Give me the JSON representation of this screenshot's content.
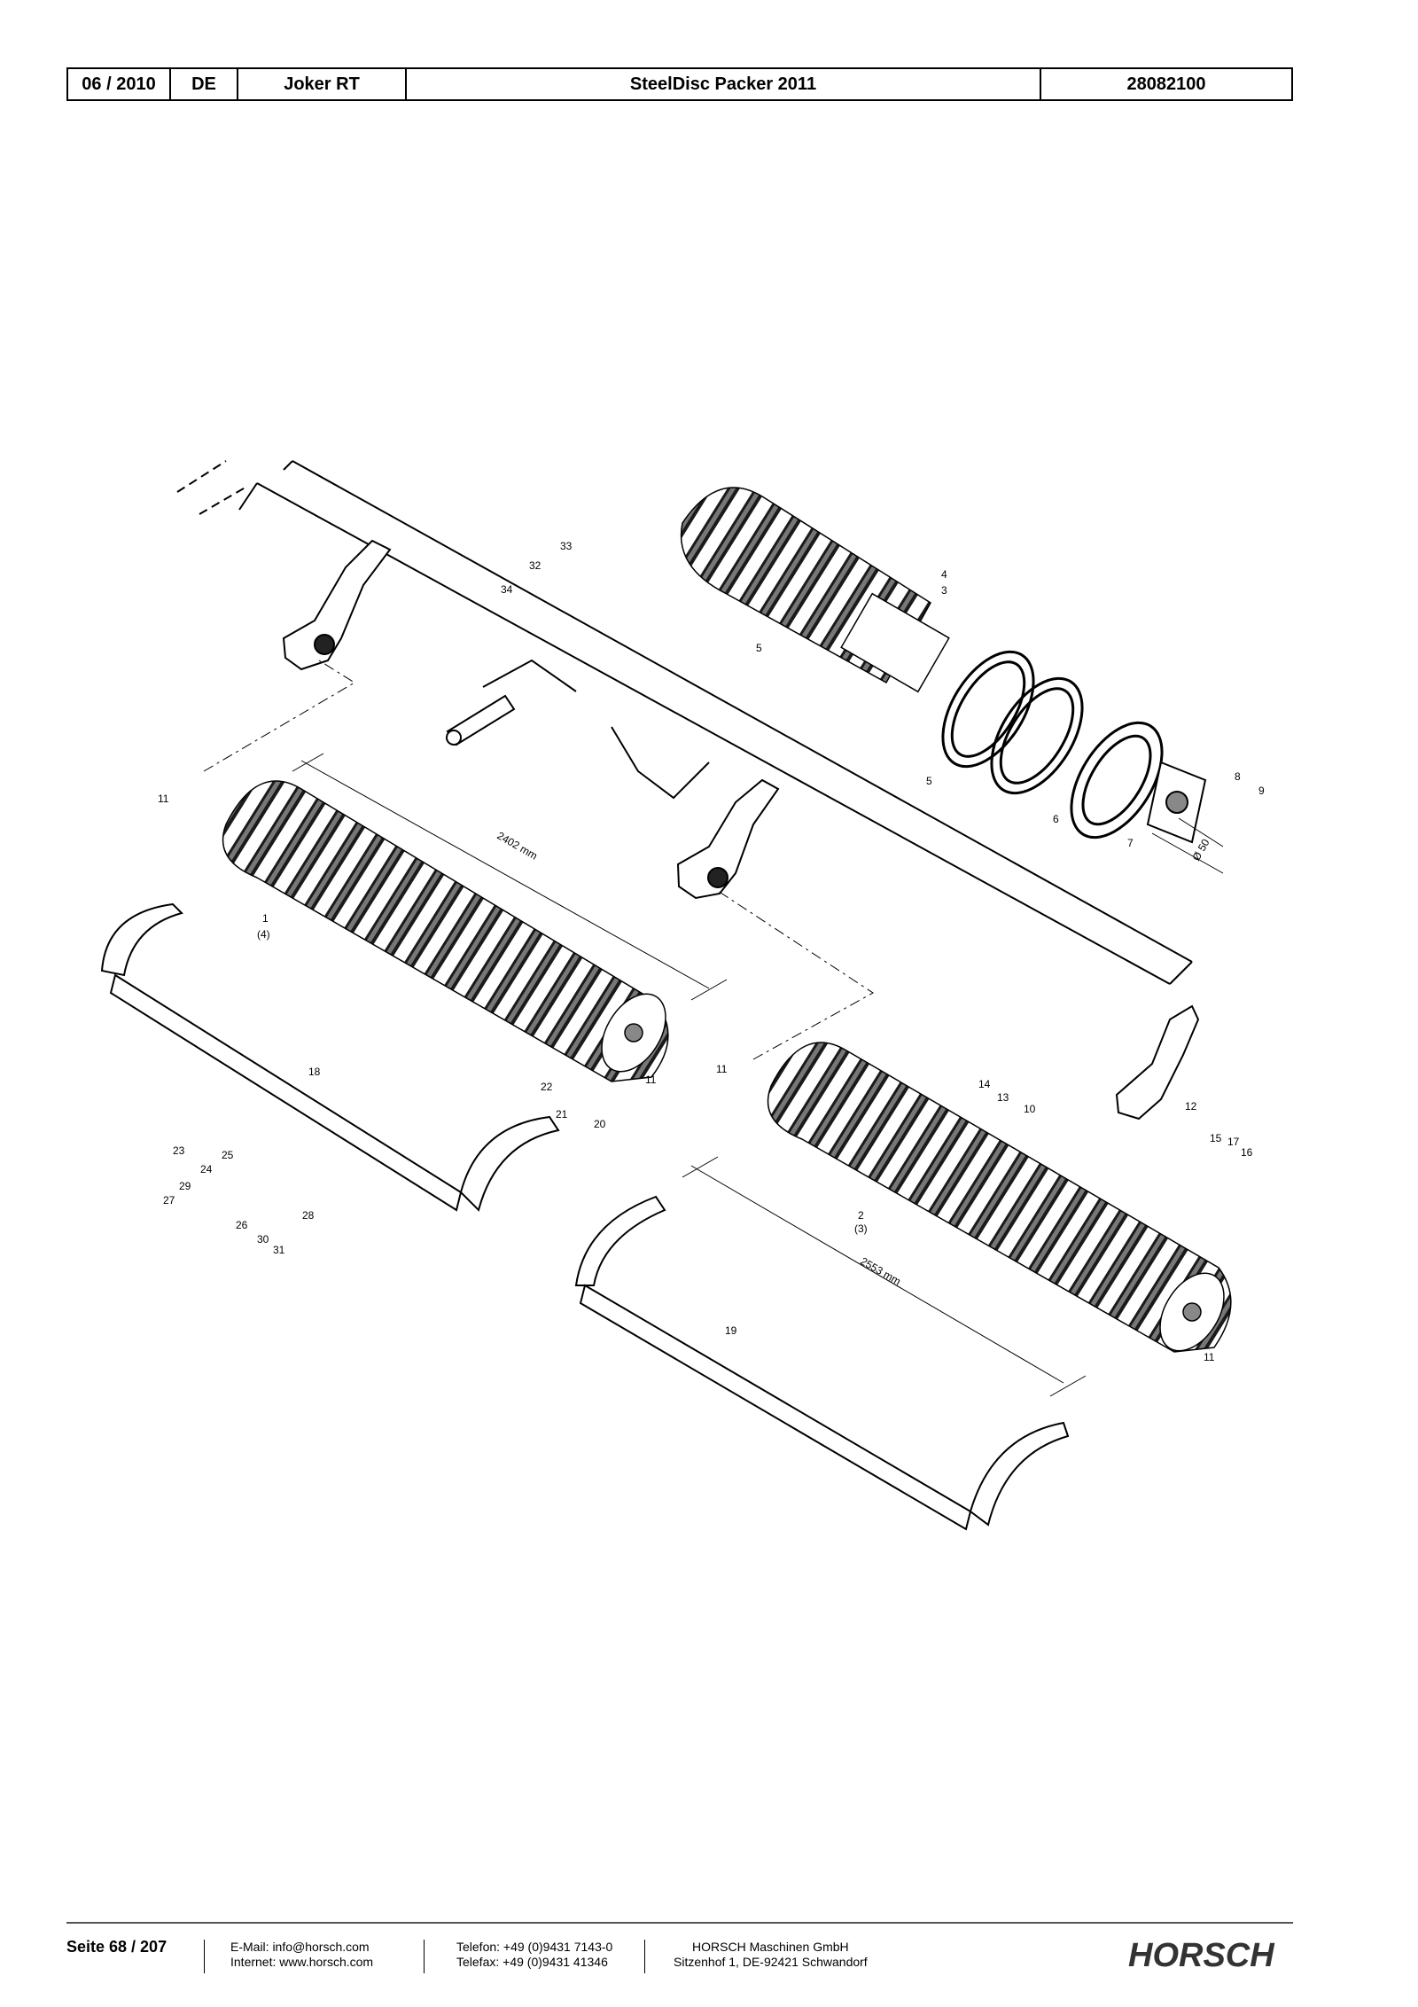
{
  "header": {
    "date": "06 / 2010",
    "language": "DE",
    "machine": "Joker RT",
    "assembly": "SteelDisc Packer 2011",
    "part_number": "28082100"
  },
  "drawing": {
    "callouts": [
      "1",
      "(4)",
      "2",
      "(3)",
      "3",
      "4",
      "5",
      "5",
      "6",
      "7",
      "8",
      "9",
      "10",
      "11",
      "11",
      "11",
      "11",
      "12",
      "13",
      "14",
      "15",
      "16",
      "17",
      "18",
      "19",
      "20",
      "21",
      "22",
      "23",
      "24",
      "25",
      "26",
      "27",
      "28",
      "29",
      "30",
      "31",
      "32",
      "33",
      "34"
    ],
    "dimensions": {
      "length_1": "2402 mm",
      "length_2": "2553 mm",
      "diameter": "Ø 50"
    }
  },
  "footer": {
    "page": "Seite 68 / 207",
    "email": "E-Mail: info@horsch.com",
    "internet": "Internet: www.horsch.com",
    "phone": "Telefon: +49 (0)9431 7143-0",
    "fax": "Telefax: +49 (0)9431 41346",
    "company": "HORSCH Maschinen GmbH",
    "address": "Sitzenhof 1, DE-92421 Schwandorf",
    "logo_text": "HORSCH"
  }
}
